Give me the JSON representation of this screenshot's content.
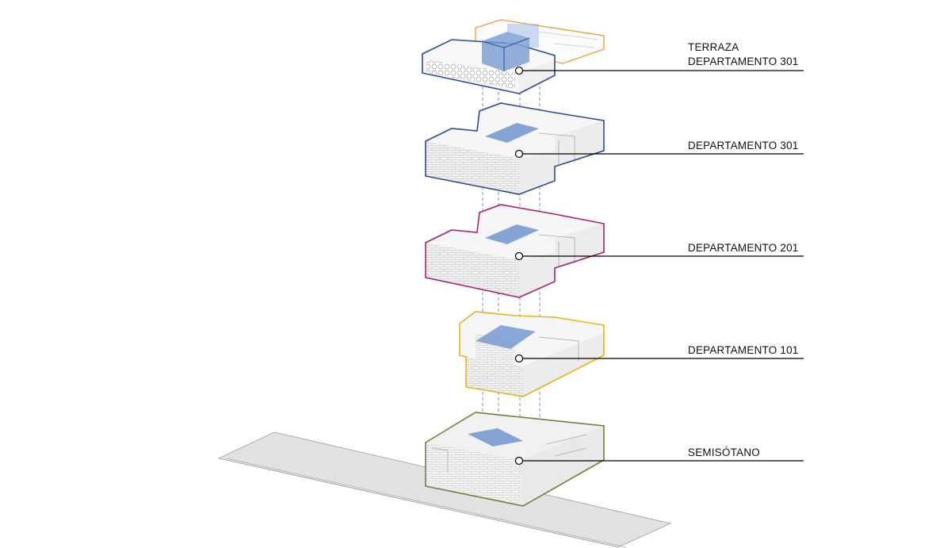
{
  "labels": [
    {
      "lines": [
        "TERRAZA",
        "DEPARTAMENTO 301"
      ],
      "color": "#2e4a9a"
    },
    {
      "lines": [
        "DEPARTAMENTO 301"
      ],
      "color": "#2e4a9a"
    },
    {
      "lines": [
        "DEPARTAMENTO 201"
      ],
      "color": "#a8226f"
    },
    {
      "lines": [
        "DEPARTAMENTO 101"
      ],
      "color": "#e8b21a"
    },
    {
      "lines": [
        "SEMISÓTANO"
      ],
      "color": "#7d7a3c"
    }
  ],
  "colors": {
    "ground": "#d9d9d9",
    "terrace_orange": "#f0a046",
    "glass_blue": "#6f95cf",
    "guide_dash": "#5b6fd0",
    "leader": "#000000",
    "wall_fill": "#ffffff",
    "masonry": "#c9c9c9"
  }
}
